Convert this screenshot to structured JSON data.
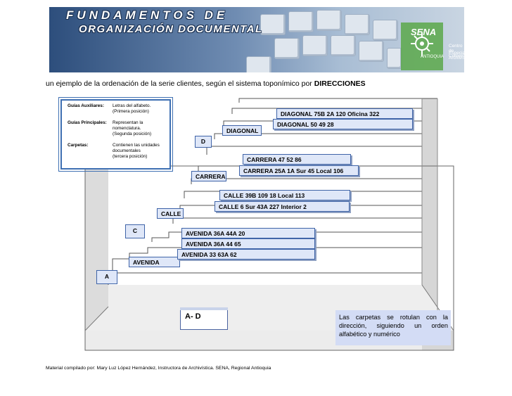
{
  "banner": {
    "title_line1": "FUNDAMENTOS DE",
    "title_line2": "ORGANIZACIÓN DOCUMENTAL",
    "logo_name": "SENA",
    "logo_region": "ANTIOQUIA",
    "center_line1": "Centro de Comercio",
    "center_line2": "Especialidad Archivística"
  },
  "subtitle": {
    "text": "un ejemplo de la ordenación de la serie clientes, según el sistema toponímico por ",
    "emphasis": "DIRECCIONES"
  },
  "legend": [
    {
      "label": "Guías Auxiliares:",
      "lines": [
        "Letras del alfabeto.",
        "(Primera posición)"
      ]
    },
    {
      "label": "Guías Principales:",
      "lines": [
        "Representan la",
        "nomenclatura.",
        "(Segunda posición)"
      ]
    },
    {
      "label": "Carpetas:",
      "lines": [
        "Contienen las unidades",
        "documentales",
        "(tercera posición)"
      ]
    }
  ],
  "tabs": {
    "a": "A",
    "c": "C",
    "d": "D"
  },
  "guides": {
    "avenida": "AVENIDA",
    "calle": "CALLE",
    "carrera": "CARRERA",
    "diagonal": "DIAGONAL"
  },
  "folders": {
    "diagonal": [
      "DIAGONAL 75B  2A  120 Oficina 322",
      "DIAGONAL 50  49  28"
    ],
    "carrera": [
      "CARRERA 47  52  86",
      "CARRERA 25A  1A Sur  45 Local 106"
    ],
    "calle": [
      "CALLE 39B  109 18 Local 113",
      "CALLE 6 Sur  43A  227 Interior 2"
    ],
    "avenida": [
      "AVENIDA 36A  44A  20",
      "AVENIDA 36A  44  65",
      "AVENIDA 33  63A  62"
    ]
  },
  "base_label": "A- D",
  "note": "Las carpetas se rotulan con la dirección, siguiendo un orden alfabético y numérico",
  "footer": "Material compilado por: Mary Luz López Hernández, Instructora de Archivística.  SENA, Regional Antioquia"
}
